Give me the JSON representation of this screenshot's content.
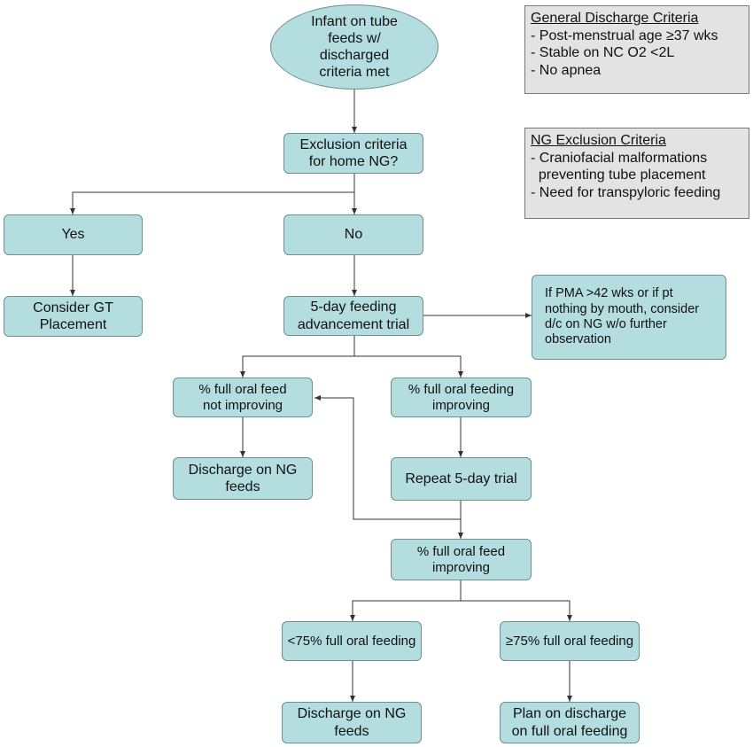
{
  "start": "Infant on tube\nfeeds w/\ndischarged\ncriteria met",
  "exclusion_question": "Exclusion criteria\nfor home NG?",
  "yes": "Yes",
  "no": "No",
  "consider_gt": "Consider GT\nPlacement",
  "feeding_trial": "5-day feeding\nadvancement trial",
  "pma_note": "If PMA >42 wks or if pt\nnothing by mouth, consider\nd/c on NG w/o further\nobservation",
  "not_improving": "% full oral feed\nnot improving",
  "improving": "% full oral feeding\nimproving",
  "discharge_ng_1": "Discharge on NG\nfeeds",
  "repeat_trial": "Repeat 5-day trial",
  "improving_2": "% full oral feed\nimproving",
  "lt75": "<75% full oral feeding",
  "ge75": "≥75% full oral feeding",
  "discharge_ng_2": "Discharge on NG\nfeeds",
  "plan_discharge": "Plan on discharge\non full oral feeding",
  "general_criteria": {
    "title": "General Discharge Criteria",
    "items": [
      "- Post-menstrual age ≥37 wks",
      "- Stable on NC O2 <2L",
      "- No apnea"
    ]
  },
  "ng_criteria": {
    "title": "NG Exclusion Criteria",
    "items": [
      "- Craniofacial malformations",
      "  preventing tube placement",
      "- Need for transpyloric feeding"
    ]
  }
}
